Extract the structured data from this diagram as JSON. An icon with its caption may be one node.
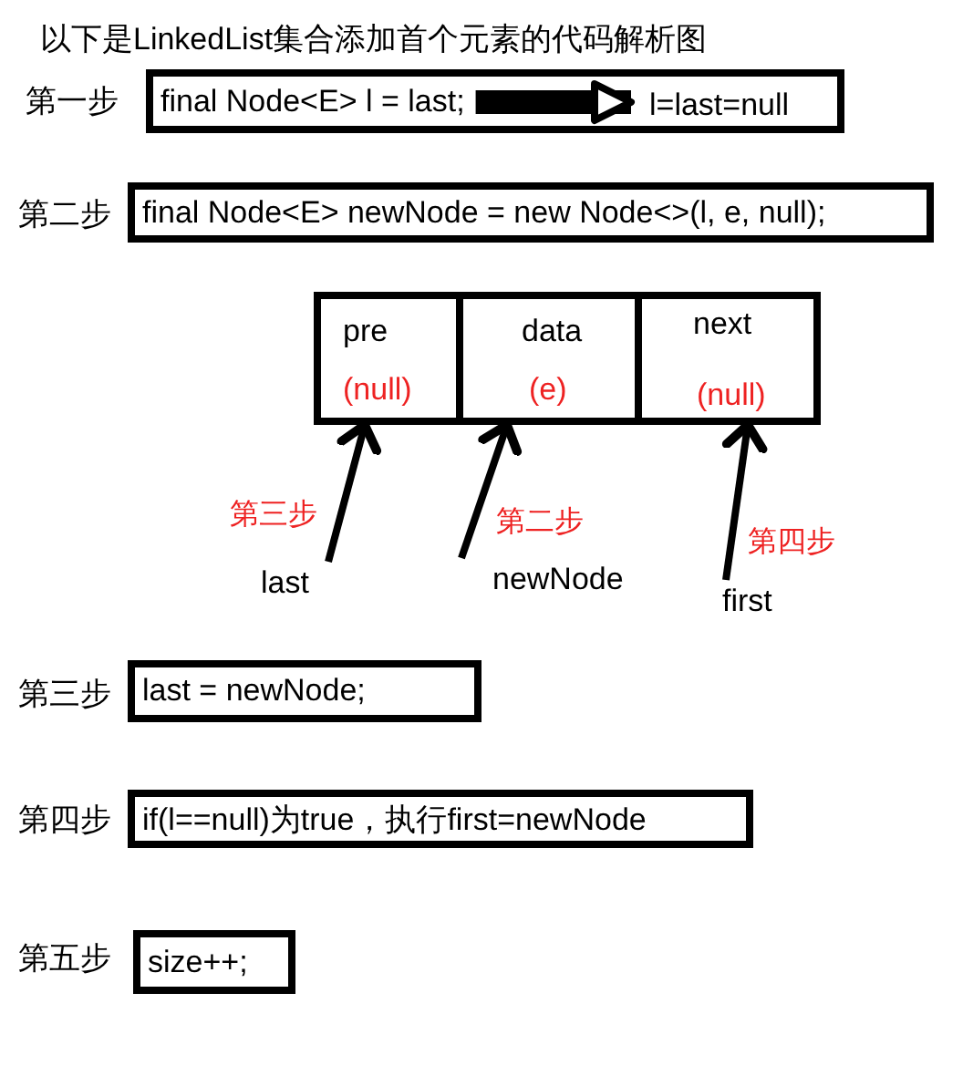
{
  "diagram": {
    "title": "以下是LinkedList集合添加首个元素的代码解析图",
    "nodes": [
      {
        "text": [],
        "shape": "box",
        "beside": [
          "第一步"
        ]
      },
      {
        "text": [
          "final Node<E> l = last;"
        ],
        "in": 0
      },
      {
        "text": [
          "l=last=null"
        ],
        "in": 0
      },
      {
        "text": [
          "final Node<E> newNode = new Node<>(l, e, null);"
        ],
        "beside": [
          "第二步"
        ]
      },
      {
        "text": [],
        "shape": "box"
      },
      {
        "text": [
          "pre",
          "(null)"
        ],
        "in": 4
      },
      {
        "text": [
          "data",
          "(e)"
        ],
        "in": 4
      },
      {
        "text": [
          "next",
          "(null)"
        ],
        "in": 4
      },
      {
        "text": [
          "last"
        ]
      },
      {
        "text": [
          "newNode"
        ]
      },
      {
        "text": [
          "first"
        ]
      },
      {
        "text": [
          "last = newNode;"
        ],
        "beside": [
          "第三步"
        ]
      },
      {
        "text": [
          "if(l==null)为true，执行first=newNode"
        ],
        "beside": [
          "第四步"
        ]
      },
      {
        "text": [
          "size++;"
        ],
        "beside": [
          "第五步"
        ]
      }
    ],
    "edges": [
      {
        "from": 1,
        "to": 2,
        "arrow": "to",
        "style": "thick"
      },
      {
        "from": 8,
        "to": 5,
        "arrow": "to",
        "label": "第三步"
      },
      {
        "from": 9,
        "to": 6,
        "arrow": "to",
        "label": "第二步"
      },
      {
        "from": 10,
        "to": 7,
        "arrow": "to",
        "label": "第四步"
      }
    ]
  }
}
